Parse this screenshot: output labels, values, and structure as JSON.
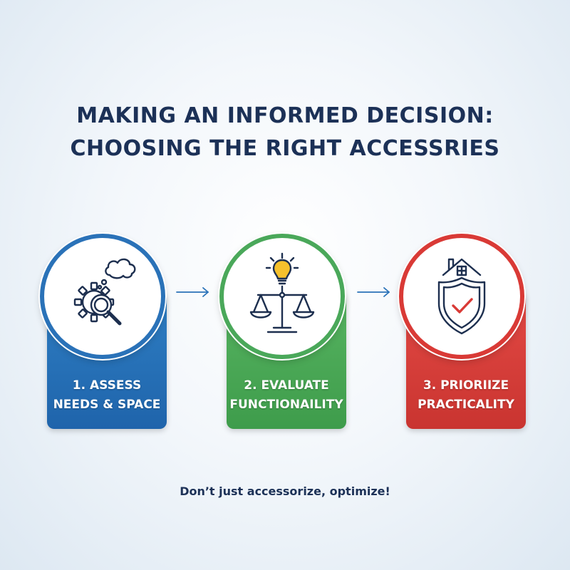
{
  "title": {
    "line1": "MAKING AN INFORMED DECISION:",
    "line2": "CHOOSING THE RIGHT ACCESSRIES"
  },
  "steps": [
    {
      "line1": "1. ASSESS",
      "line2": "NEEDS & SPACE",
      "icon": "gear-magnifier-thought-icon",
      "color": "#2a72b8"
    },
    {
      "line1": "2. EVALUATE",
      "line2": "FUNCTIONAILITY",
      "icon": "scale-lightbulb-icon",
      "color": "#4aa85a"
    },
    {
      "line1": "3. PRIORIIZE",
      "line2": "PRACTICALITY",
      "icon": "house-shield-check-icon",
      "color": "#d93a36"
    }
  ],
  "arrows": {
    "color": "#2a72b8",
    "icon": "arrow-right-icon"
  },
  "tagline": "Don’t just accessorize, optimize!"
}
